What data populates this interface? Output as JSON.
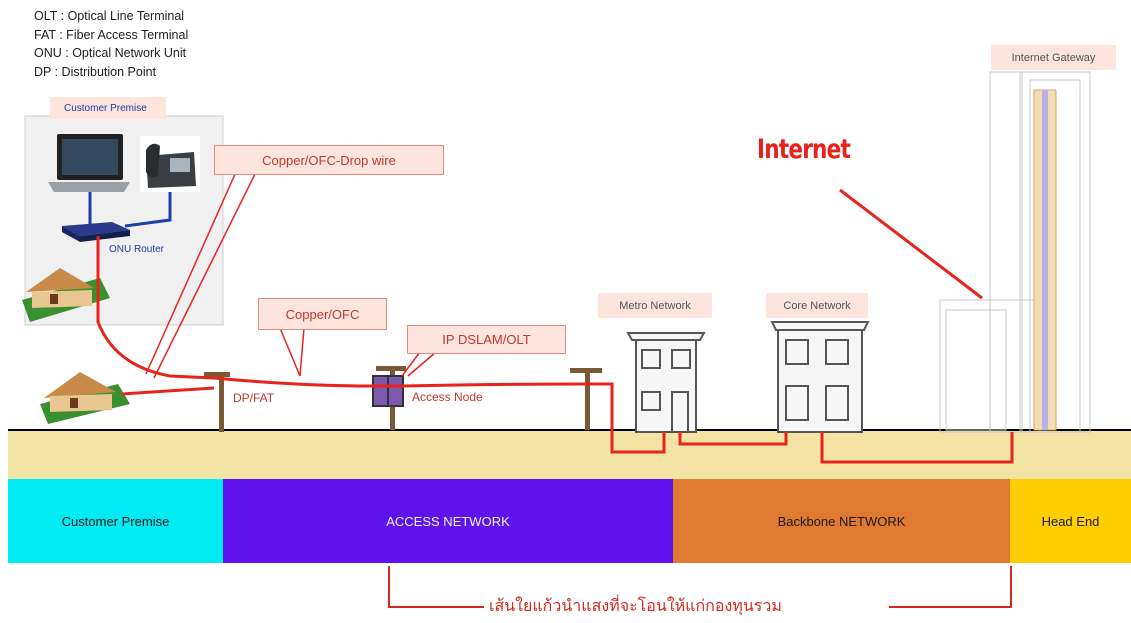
{
  "legend": [
    "OLT : Optical Line Terminal",
    "FAT : Fiber Access Terminal",
    "ONU : Optical Network Unit",
    "DP : Distribution Point"
  ],
  "customer_box": {
    "title": "Customer Premise",
    "onu_label": "ONU Router"
  },
  "callouts": {
    "drop_wire": "Copper/OFC-Drop wire",
    "copper_ofc": "Copper/OFC",
    "ip_dslam": "IP DSLAM/OLT"
  },
  "labels": {
    "dp_fat": "DP/FAT",
    "access_node": "Access Node",
    "metro": "Metro Network",
    "core": "Core Network",
    "gateway": "Internet Gateway",
    "internet": "Internet"
  },
  "segments": [
    {
      "label": "Customer Premise",
      "color": "#00ebf4"
    },
    {
      "label": "ACCESS  NETWORK",
      "color": "#5d14ec"
    },
    {
      "label": "Backbone NETWORK",
      "color": "#e17a31"
    },
    {
      "label": "Head End",
      "color": "#ffcd00"
    }
  ],
  "bottom_caption": "เส้นใยแก้วนำแสงที่จะโอนให้แก่กองทุนรวม",
  "colors": {
    "cable": "#e8231c",
    "ground": "#f3e4a6",
    "callout_fill": "#fde4dc"
  }
}
